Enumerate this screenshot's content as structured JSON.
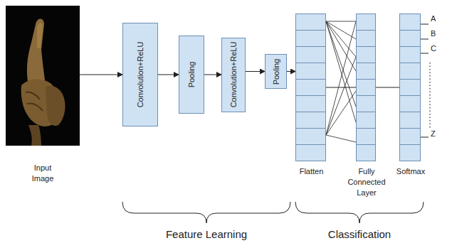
{
  "diagram": {
    "nodes": [
      {
        "text": [
          "Input Image"
        ]
      },
      {
        "text": [
          "Convolution+ReLU"
        ]
      },
      {
        "text": [
          "Pooling"
        ]
      },
      {
        "text": [
          "Convolution+ReLU"
        ]
      },
      {
        "text": [
          "Pooling"
        ]
      },
      {
        "text": [
          "Flatten"
        ]
      },
      {
        "text": [
          "Fully Connected Layer"
        ]
      },
      {
        "text": [
          "Softmax"
        ]
      }
    ],
    "edges": [
      {
        "from": 0,
        "to": 1,
        "arrow": "to"
      },
      {
        "from": 1,
        "to": 2,
        "arrow": "to"
      },
      {
        "from": 2,
        "to": 3,
        "arrow": "to"
      },
      {
        "from": 3,
        "to": 4,
        "arrow": "to"
      },
      {
        "from": 4,
        "to": 5,
        "arrow": "to"
      },
      {
        "from": 5,
        "to": 6,
        "arrow": "none"
      },
      {
        "from": 6,
        "to": 7,
        "arrow": "none"
      }
    ],
    "labels": [
      "A",
      "B",
      "C",
      "Z",
      "Feature Learning",
      "Classification"
    ]
  }
}
